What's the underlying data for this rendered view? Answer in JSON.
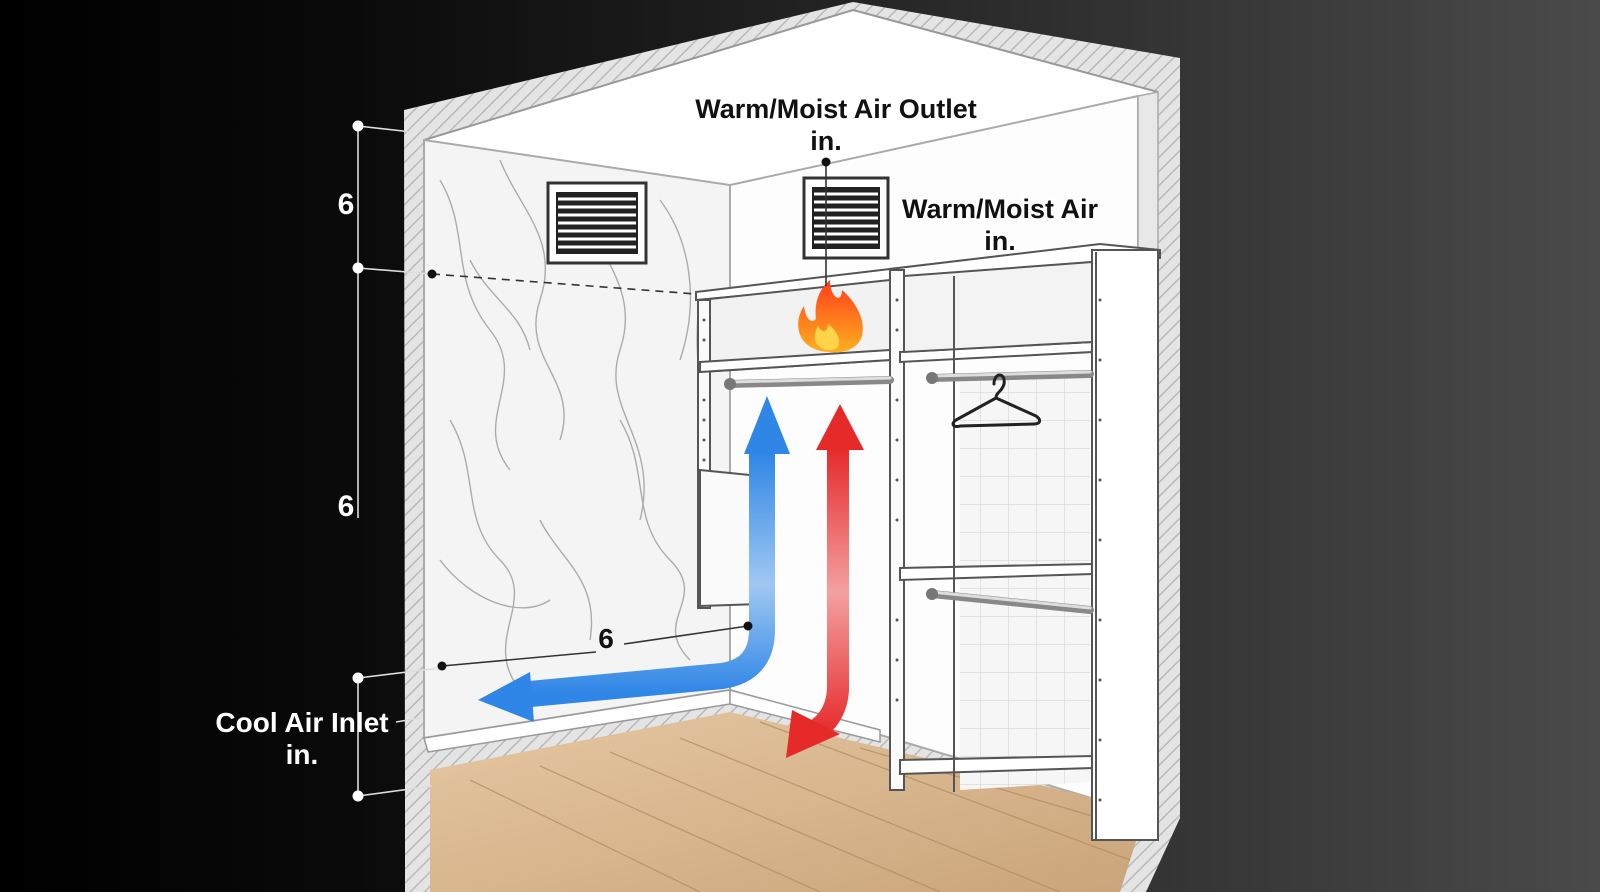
{
  "labels": {
    "outlet_title": "Warm/Moist Air Outlet",
    "outlet_unit": "in.",
    "warm_title": "Warm/Moist Air",
    "warm_unit": "in.",
    "inlet_title": "Cool Air Inlet",
    "inlet_unit": "in."
  },
  "dimensions": {
    "upper_vertical": "6",
    "lower_vertical": "6",
    "horizontal": "6"
  },
  "colors": {
    "cool_air_arrow": "#2f86e6",
    "warm_air_arrow": "#e62a2a",
    "flame": "#ff5a1a",
    "floor": "#d9b890",
    "wall": "#f4f4f4"
  },
  "icons": {
    "vent_left": "vent-grille-icon",
    "vent_right": "vent-grille-icon",
    "heat": "flame-icon",
    "hanger": "clothes-hanger-icon"
  }
}
